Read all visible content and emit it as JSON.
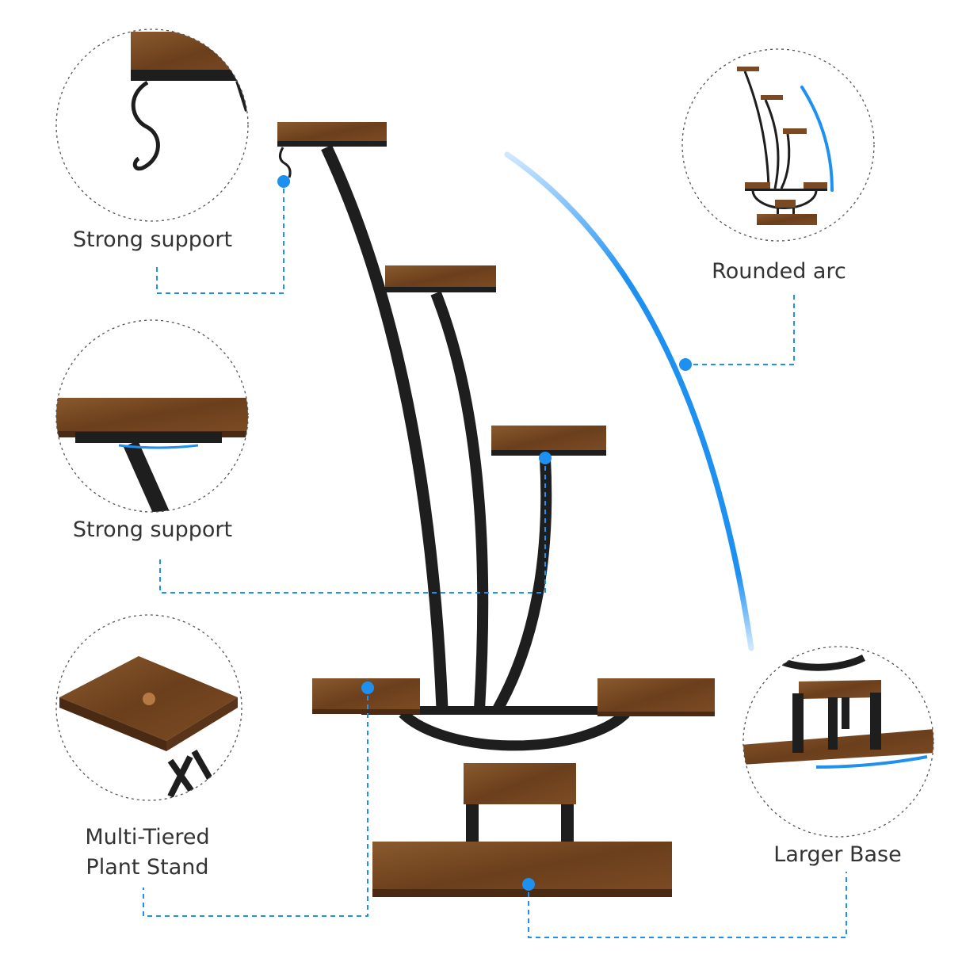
{
  "callouts": {
    "strong_support_top": {
      "label": "Strong support",
      "icon": "hook-detail-icon"
    },
    "strong_support_mid": {
      "label": "Strong support",
      "icon": "shelf-bracket-detail-icon"
    },
    "multi_tiered": {
      "label_line1": "Multi-Tiered",
      "label_line2": "Plant Stand",
      "icon": "wood-shelf-detail-icon"
    },
    "rounded_arc": {
      "label": "Rounded arc",
      "icon": "arc-profile-icon"
    },
    "larger_base": {
      "label": "Larger Base",
      "icon": "base-detail-icon"
    }
  },
  "colors": {
    "accent_blue": "#1e90f0",
    "metal_black": "#1e1e1e",
    "wood_brown": "#7a4a24",
    "wood_dark": "#4a2a12",
    "circle_border": "#555555"
  }
}
